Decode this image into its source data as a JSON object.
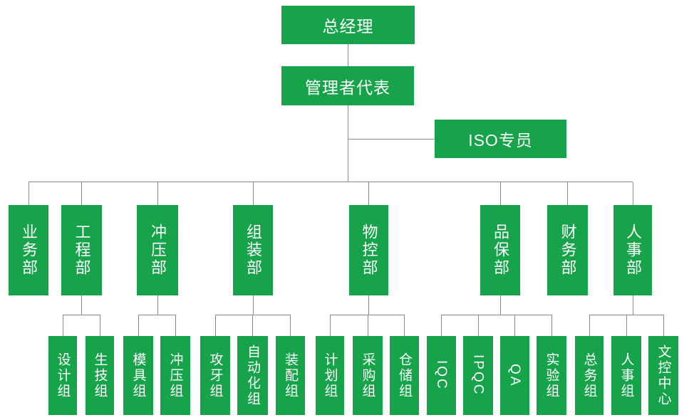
{
  "colors": {
    "node_bg": "#16A34A",
    "node_text": "#FFFFFF",
    "connector": "#8A8A8A",
    "background": "#FFFFFF"
  },
  "org": {
    "root": {
      "label": "总经理"
    },
    "representative": {
      "label": "管理者代表"
    },
    "iso": {
      "label": "ISO专员"
    },
    "departments": [
      {
        "label": "业务部",
        "children": []
      },
      {
        "label": "工程部",
        "children": [
          "设计组",
          "生技组"
        ]
      },
      {
        "label": "冲压部",
        "children": [
          "模具组",
          "冲压组"
        ]
      },
      {
        "label": "组装部",
        "children": [
          "攻牙组",
          "自动化组",
          "装配组"
        ]
      },
      {
        "label": "物控部",
        "children": [
          "计划组",
          "采购组",
          "仓储组"
        ]
      },
      {
        "label": "品保部",
        "children": [
          "IQC",
          "IPQC",
          "QA",
          "实验组"
        ]
      },
      {
        "label": "财务部",
        "children": []
      },
      {
        "label": "人事部",
        "children": [
          "总务组",
          "人事组",
          "文控中心"
        ]
      }
    ]
  }
}
